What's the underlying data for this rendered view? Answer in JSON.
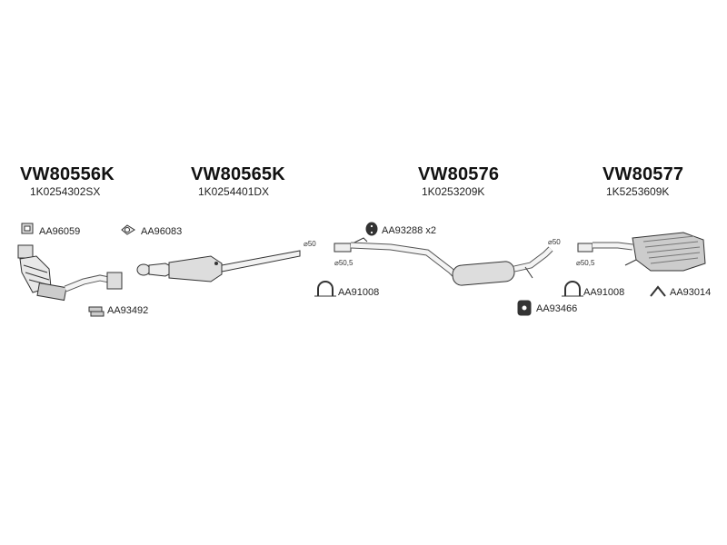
{
  "groups": [
    {
      "part_no": "VW80556K",
      "ref_no": "1K0254302SX"
    },
    {
      "part_no": "VW80565K",
      "ref_no": "1K0254401DX"
    },
    {
      "part_no": "VW80576",
      "ref_no": "1K0253209K"
    },
    {
      "part_no": "VW80577",
      "ref_no": "1K5253609K"
    }
  ],
  "accessories": {
    "gasket_1": "AA96059",
    "gasket_2": "AA96083",
    "bolts": "AA93492",
    "rubber_mount": "AA93288 x2",
    "clamp_1": "AA91008",
    "sleeve": "AA93466",
    "clamp_2": "AA91008",
    "bracket": "AA93014"
  },
  "diameters": {
    "d1": "⌀50",
    "d2": "⌀50,5",
    "d3": "⌀50",
    "d4": "⌀50,5"
  }
}
